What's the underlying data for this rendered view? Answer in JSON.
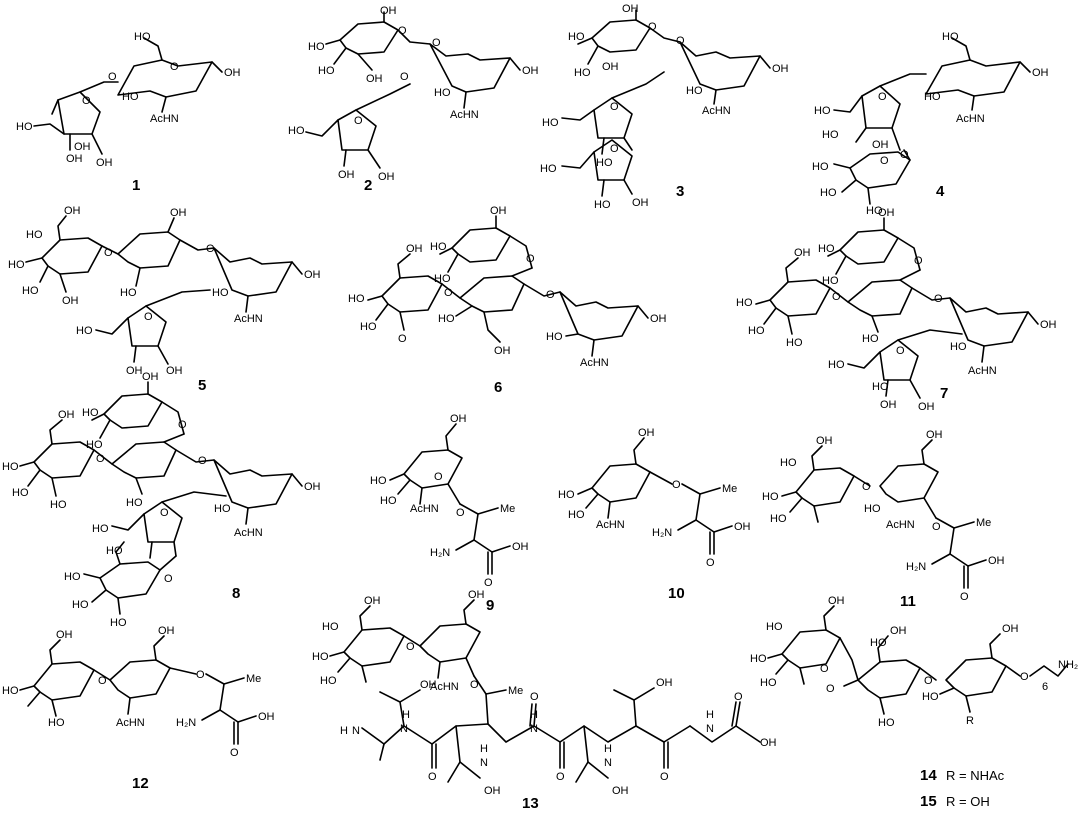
{
  "compounds": [
    {
      "number": "1",
      "labels": [
        "HO",
        "HO",
        "OH",
        "OH",
        "O",
        "AcHN",
        "OH",
        "O",
        "O",
        "HO",
        "OH",
        "OH"
      ]
    },
    {
      "number": "2",
      "labels": [
        "HO",
        "OH",
        "HO",
        "HO",
        "O",
        "O",
        "OH",
        "HO",
        "AcHN",
        "OH",
        "HO",
        "OH",
        "OH",
        "O",
        "O"
      ]
    },
    {
      "number": "3",
      "labels": [
        "HO",
        "OH",
        "HO",
        "O",
        "OH",
        "O",
        "HO",
        "O",
        "HO",
        "OH",
        "HO",
        "AcHN",
        "OH",
        "HO",
        "OH",
        "O",
        "O",
        "OH",
        "HO",
        "HO"
      ]
    },
    {
      "number": "4",
      "labels": [
        "HO",
        "HO",
        "AcHN",
        "OH",
        "O",
        "HO",
        "O",
        "HO",
        "HO",
        "OH",
        "HO",
        "O",
        "HO",
        "HO",
        "HO"
      ]
    },
    {
      "number": "5",
      "labels": [
        "HO",
        "OH",
        "HO",
        "OH",
        "HO",
        "O",
        "O",
        "O",
        "HO",
        "OH",
        "HO",
        "AcHN",
        "OH",
        "HO",
        "OH",
        "OH",
        "O",
        "O"
      ]
    },
    {
      "number": "6",
      "labels": [
        "HO",
        "OH",
        "HO",
        "OH",
        "HO",
        "O",
        "O",
        "HO",
        "O",
        "OH",
        "HO",
        "HO",
        "AcHN",
        "OH",
        "O"
      ]
    },
    {
      "number": "7",
      "labels": [
        "HO",
        "OH",
        "HO",
        "OH",
        "HO",
        "HO",
        "O",
        "O",
        "HO",
        "O",
        "HO",
        "HO",
        "AcHN",
        "OH",
        "HO",
        "HO",
        "OH",
        "OH",
        "O"
      ]
    },
    {
      "number": "8",
      "labels": [
        "HO",
        "OH",
        "HO",
        "OH",
        "HO",
        "O",
        "HO",
        "O",
        "HO",
        "HO",
        "O",
        "HO",
        "AcHN",
        "OH",
        "HO",
        "HO",
        "O",
        "HO",
        "HO",
        "HO",
        "O"
      ]
    },
    {
      "number": "9",
      "labels": [
        "OH",
        "HO",
        "HO",
        "O",
        "AcHN",
        "O",
        "Me",
        "H₂N",
        "OH",
        "O"
      ]
    },
    {
      "number": "10",
      "labels": [
        "OH",
        "HO",
        "HO",
        "AcHN",
        "O",
        "Me",
        "H₂N",
        "OH",
        "O"
      ]
    },
    {
      "number": "11",
      "labels": [
        "HO",
        "OH",
        "OH",
        "HO",
        "O",
        "HO",
        "HO",
        "AcHN",
        "O",
        "Me",
        "H₂N",
        "OH",
        "O"
      ]
    },
    {
      "number": "12",
      "labels": [
        "OH",
        "OH",
        "HO",
        "O",
        "HO",
        "AcHN",
        "O",
        "Me",
        "H₂N",
        "OH",
        "O"
      ]
    },
    {
      "number": "13",
      "labels": [
        "HO",
        "OH",
        "OH",
        "HO",
        "O",
        "HO",
        "AcHN",
        "O",
        "Me",
        "OH",
        "OH",
        "H",
        "N",
        "H",
        "N",
        "H",
        "N",
        "H",
        "N",
        "H",
        "N",
        "H",
        "N",
        "OH",
        "O",
        "O",
        "O",
        "O",
        "O",
        "OH",
        "OH"
      ]
    },
    {
      "number": "14",
      "labels": [
        "HO",
        "OH",
        "HO",
        "HO",
        "O",
        "O",
        "HO",
        "OH",
        "O",
        "HO",
        "OH",
        "HO",
        "R",
        "O",
        "6",
        "NH₂"
      ]
    },
    {
      "number": "15",
      "labels": []
    }
  ],
  "r_groups": [
    {
      "compound": "14",
      "text": "R = NHAc"
    },
    {
      "compound": "15",
      "text": "R = OH"
    }
  ]
}
